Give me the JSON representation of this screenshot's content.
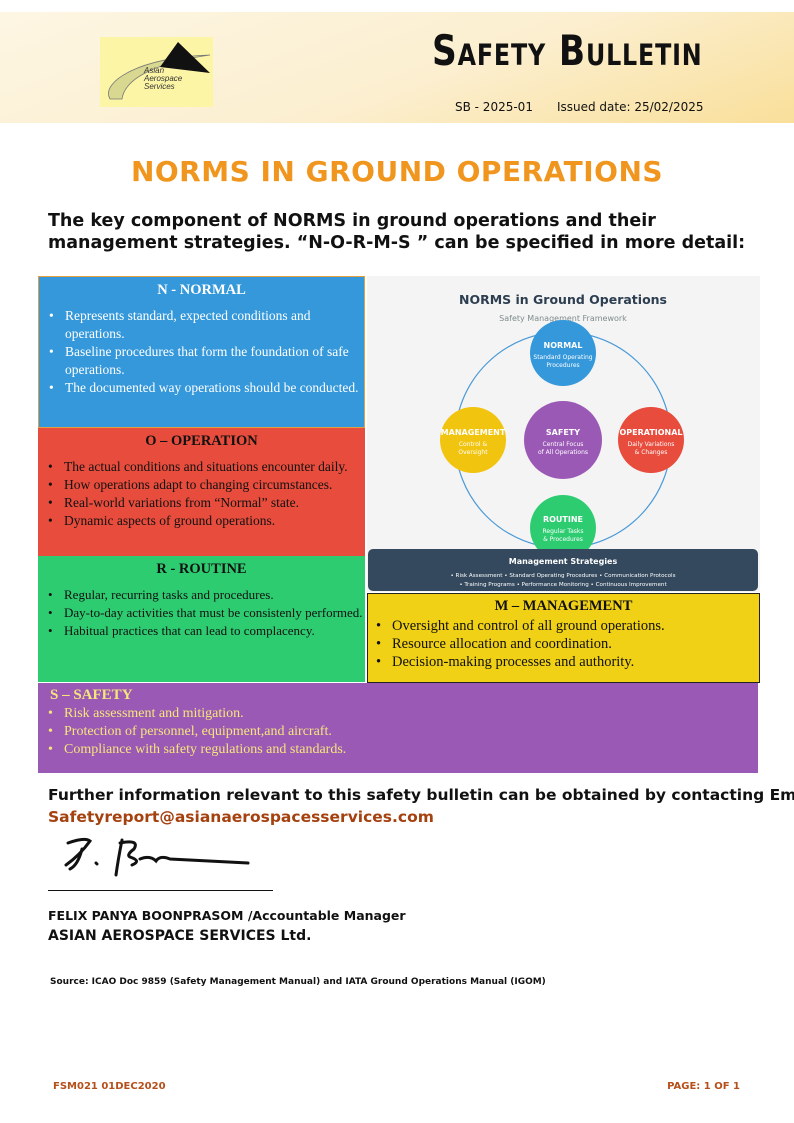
{
  "header": {
    "title": "Safety Bulletin",
    "bulletin_no": "SB - 2025-01",
    "issued": "Issued date: 25/02/2025",
    "logo_text": "Asian Aerospace Services"
  },
  "main_title": "NORMS IN GROUND OPERATIONS",
  "intro": "The key component of NORMS in ground operations and their management strategies. “N-O-R-M-S ” can be specified in more detail:",
  "sections": {
    "normal": {
      "title": "N - NORMAL",
      "items": [
        "Represents standard, expected conditions and operations.",
        "Baseline procedures that form the foundation of safe operations.",
        "The documented way operations should be conducted."
      ]
    },
    "operation": {
      "title": "O – OPERATION",
      "items": [
        "The actual conditions and situations encounter daily.",
        "How operations adapt to changing circumstances.",
        "Real-world variations from “Normal” state.",
        "Dynamic aspects of ground operations."
      ]
    },
    "routine": {
      "title": "R - ROUTINE",
      "items": [
        "Regular, recurring tasks and procedures.",
        "Day-to-day activities that must be consistenly performed.",
        "Habitual practices that can lead to complacency."
      ]
    },
    "management": {
      "title": "M – MANAGEMENT",
      "items": [
        "Oversight and control of all ground operations.",
        "Resource allocation and coordination.",
        "Decision-making processes and authority."
      ]
    },
    "safety": {
      "title": "S – SAFETY",
      "items": [
        "Risk assessment and mitigation.",
        "Protection of personnel, equipment,and aircraft.",
        "Compliance with safety regulations and standards."
      ]
    }
  },
  "diagram": {
    "title": "NORMS in Ground Operations",
    "subtitle": "Safety Management Framework",
    "normal": {
      "t": "NORMAL",
      "a": "Standard Operating",
      "b": "Procedures"
    },
    "safety": {
      "t": "SAFETY",
      "a": "Central Focus",
      "b": "of All Operations"
    },
    "management": {
      "t": "MANAGEMENT",
      "a": "Control &",
      "b": "Oversight"
    },
    "operational": {
      "t": "OPERATIONAL",
      "a": "Daily Variations",
      "b": "& Changes"
    },
    "routine": {
      "t": "ROUTINE",
      "a": "Regular Tasks",
      "b": "& Procedures"
    },
    "strategies_title": "Management Strategies",
    "strategies_1": "• Risk Assessment • Standard Operating Procedures • Communication Protocols",
    "strategies_2": "• Training Programs • Performance Monitoring • Continuous Improvement",
    "colors": {
      "blue": "#3498db",
      "red": "#e74c3c",
      "green": "#2ecc71",
      "yellow": "#f1c40f",
      "purple": "#9b59b6",
      "navy": "#34495e"
    }
  },
  "contact": {
    "text": "Further information relevant to this safety bulletin can be obtained by contacting Email:",
    "email": "Safetyreport@asianaerospacesservices.com"
  },
  "signatory": {
    "name": "FELIX PANYA BOONPRASOM /Accountable Manager",
    "company": "ASIAN AEROSPACE SERVICES Ltd."
  },
  "source": "Source: ICAO Doc 9859 (Safety Management Manual) and IATA Ground Operations Manual (IGOM)",
  "footer": {
    "form": "FSM021 01DEC2020",
    "page": "PAGE: 1 OF 1"
  }
}
